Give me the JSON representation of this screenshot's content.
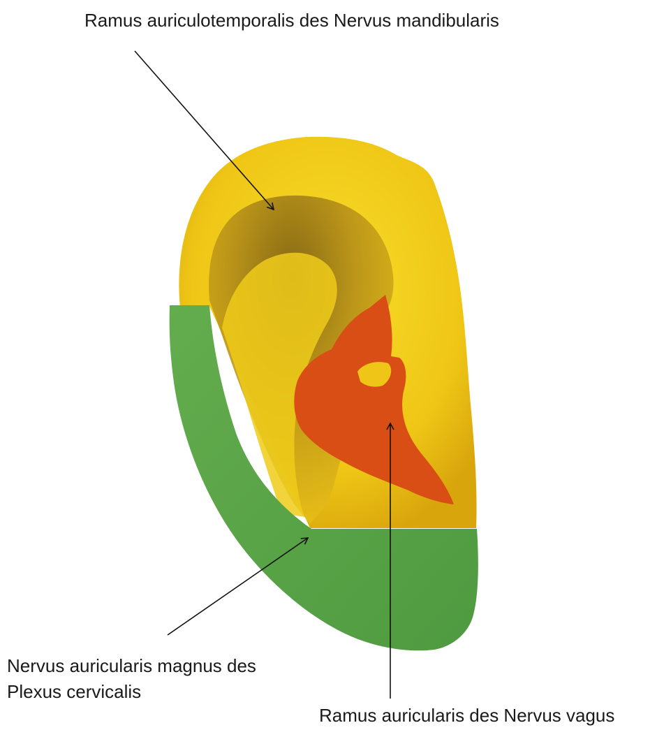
{
  "labels": {
    "auriculotemporal": "Ramus auriculotemporalis des Nervus mandibularis",
    "auricularis_magnus_line1": "Nervus auricularis magnus des",
    "auricularis_magnus_line2": "Plexus cervicalis",
    "vagus": "Ramus auricularis des Nervus vagus"
  },
  "regions": [
    {
      "name": "auriculotemporal-region",
      "color": "#f2cc14"
    },
    {
      "name": "auricularis-magnus-region",
      "color": "#5aa748"
    },
    {
      "name": "vagus-region",
      "color": "#d84d13"
    }
  ]
}
